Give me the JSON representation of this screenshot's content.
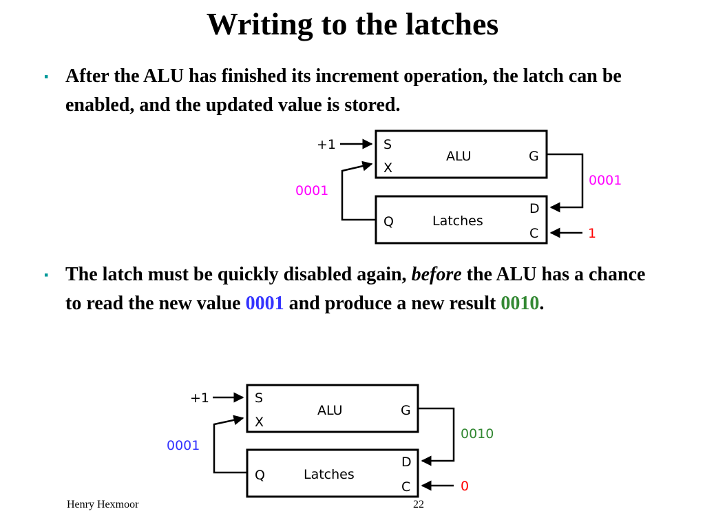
{
  "slide": {
    "title": "Writing to the latches",
    "bullets": [
      {
        "marker": "▪",
        "text": "After the ALU has finished its increment operation, the latch can be enabled, and the updated value is stored."
      },
      {
        "marker": "▪",
        "text_a": "The latch must be quickly disabled again, ",
        "text_em": "before",
        "text_b": " the ALU has a chance to read the new value ",
        "value_new": "0001",
        "text_c": " and produce a new result ",
        "value_result": "0010",
        "text_d": "."
      }
    ]
  },
  "diagram_top": {
    "input_label": "+1",
    "alu_label": "ALU",
    "alu_port_s": "S",
    "alu_port_x": "X",
    "alu_port_g": "G",
    "latch_label": "Latches",
    "latch_port_q": "Q",
    "latch_port_d": "D",
    "latch_port_c": "C",
    "feedback_value": "0001",
    "output_value": "0001",
    "control_value": "1",
    "colors": {
      "feedback": "#ff00ff",
      "output": "#ff00ff",
      "control": "#ff0000"
    }
  },
  "diagram_bottom": {
    "input_label": "+1",
    "alu_label": "ALU",
    "alu_port_s": "S",
    "alu_port_x": "X",
    "alu_port_g": "G",
    "latch_label": "Latches",
    "latch_port_q": "Q",
    "latch_port_d": "D",
    "latch_port_c": "C",
    "feedback_value": "0001",
    "output_value": "0010",
    "control_value": "0",
    "colors": {
      "feedback": "#3333ff",
      "output": "#338833",
      "control": "#ff0000"
    }
  },
  "footer": {
    "author": "Henry Hexmoor",
    "page_number": "22"
  }
}
